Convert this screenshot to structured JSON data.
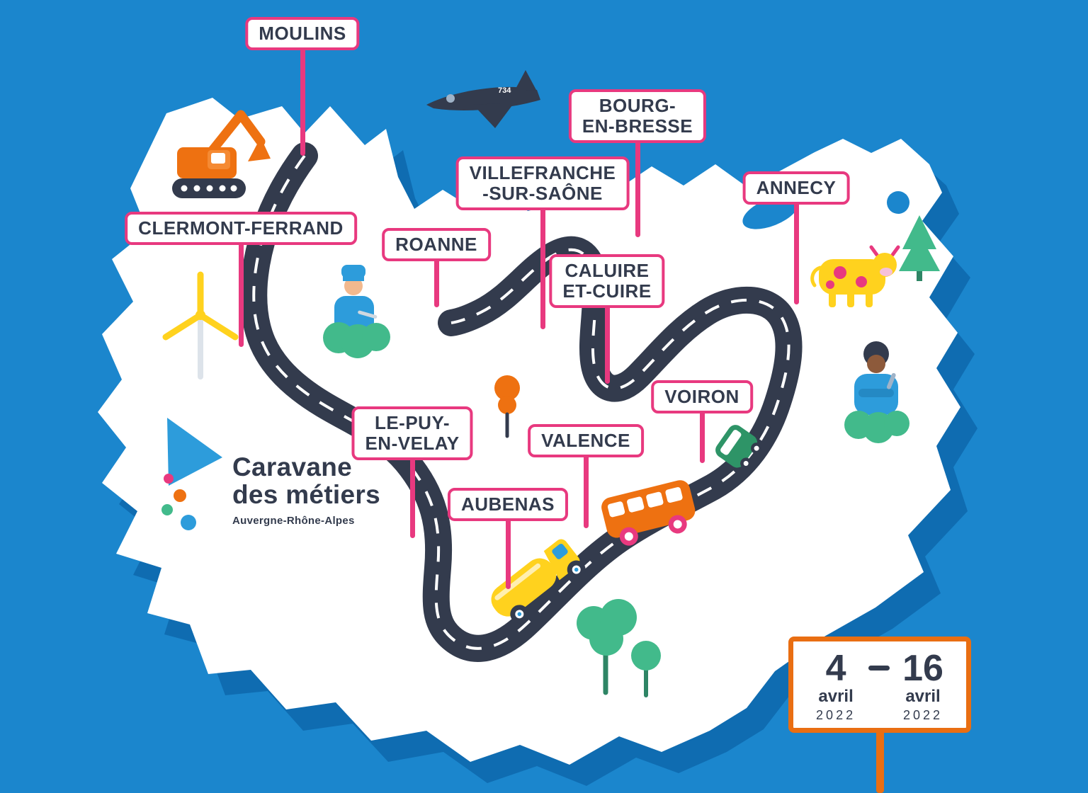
{
  "brand": {
    "name_line1": "Caravane",
    "name_line2": "des métiers",
    "region": "Auvergne-Rhône-Alpes"
  },
  "signs": {
    "moulins": {
      "lines": [
        "MOULINS"
      ]
    },
    "clermont_ferrand": {
      "lines": [
        "CLERMONT-FERRAND"
      ]
    },
    "roanne": {
      "lines": [
        "ROANNE"
      ]
    },
    "villefranche": {
      "lines": [
        "VILLEFRANCHE",
        "-SUR-SAÔNE"
      ]
    },
    "bourg_en_bresse": {
      "lines": [
        "BOURG-",
        "EN-BRESSE"
      ]
    },
    "annecy": {
      "lines": [
        "ANNECY"
      ]
    },
    "caluire": {
      "lines": [
        "CALUIRE",
        "ET-CUIRE"
      ]
    },
    "voiron": {
      "lines": [
        "VOIRON"
      ]
    },
    "le_puy": {
      "lines": [
        "LE-PUY-",
        "EN-VELAY"
      ]
    },
    "valence": {
      "lines": [
        "VALENCE"
      ]
    },
    "aubenas": {
      "lines": [
        "AUBENAS"
      ]
    }
  },
  "date_sign": {
    "start_day": "4",
    "start_month": "avril",
    "start_year": "2022",
    "end_day": "16",
    "end_month": "avril",
    "end_year": "2022"
  },
  "plane": {
    "number": "734"
  },
  "colors": {
    "background_blue": "#1B86CD",
    "region_shadow_blue": "#0F6CB1",
    "region_white": "#FFFFFF",
    "sign_pink": "#E8397F",
    "road_navy": "#333B4D",
    "accent_orange": "#E96E12",
    "accent_yellow": "#FFD21E",
    "accent_green": "#42BA8B",
    "accent_blue": "#2D9CDB"
  },
  "icons": [
    {
      "name": "excavator-icon",
      "depicts": "orange excavator"
    },
    {
      "name": "jet-plane-icon",
      "depicts": "dark fighter jet"
    },
    {
      "name": "wind-turbine-icon",
      "depicts": "wind turbine with yellow blades"
    },
    {
      "name": "chef-icon",
      "depicts": "chef in blue uniform"
    },
    {
      "name": "cow-icon",
      "depicts": "yellow cow with pink spots"
    },
    {
      "name": "pine-tree-icon",
      "depicts": "green pine tree"
    },
    {
      "name": "worker-icon",
      "depicts": "worker in blue overalls"
    },
    {
      "name": "orange-tree-icon",
      "depicts": "orange tree"
    },
    {
      "name": "trees-icon",
      "depicts": "green trees"
    },
    {
      "name": "truck-icon",
      "depicts": "yellow tanker truck"
    },
    {
      "name": "bus-icon",
      "depicts": "orange bus"
    },
    {
      "name": "van-icon",
      "depicts": "green van"
    },
    {
      "name": "logo-triangle-icon",
      "depicts": "blue triangle with colored dots"
    }
  ]
}
